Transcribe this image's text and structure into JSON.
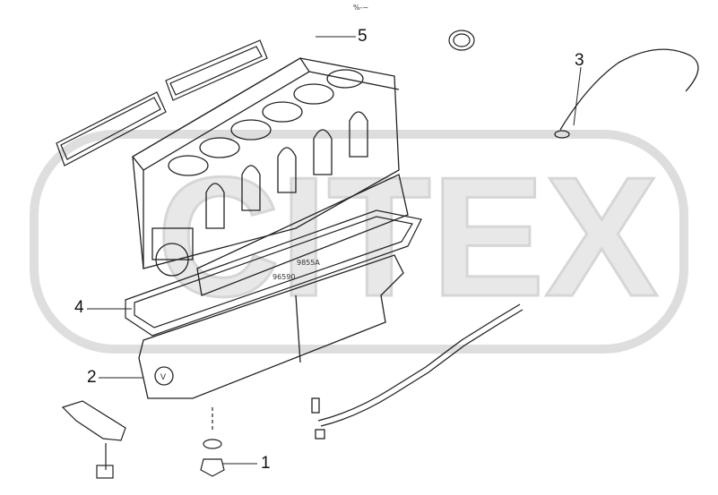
{
  "header_mark": "%-~",
  "callouts": [
    {
      "id": "1",
      "label": "1"
    },
    {
      "id": "2",
      "label": "2"
    },
    {
      "id": "3",
      "label": "3"
    },
    {
      "id": "4",
      "label": "4"
    },
    {
      "id": "5",
      "label": "5"
    }
  ],
  "part_codes": {
    "upper": "9855A",
    "lower": "96590"
  },
  "pan_marker": "V",
  "watermark": "CITEX",
  "colors": {
    "line": "#222222",
    "watermark": "#d9d9d9",
    "background": "#ffffff"
  }
}
